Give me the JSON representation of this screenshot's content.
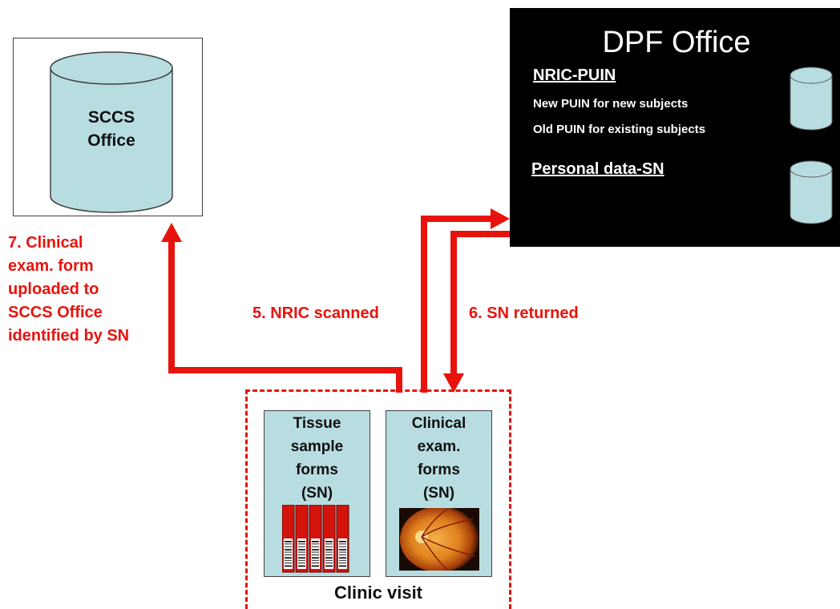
{
  "sccs_office": {
    "label_line1": "SCCS",
    "label_line2": "Office"
  },
  "dpf_office": {
    "title": "DPF Office",
    "nric_heading": "NRIC-PUIN",
    "nric_line1": "New PUIN for new subjects",
    "nric_line2": "Old PUIN for existing subjects",
    "personal_heading": "Personal data-SN"
  },
  "steps": {
    "step5": "5. NRIC scanned",
    "step6": "6. SN returned",
    "step7_lines": [
      "7. Clinical",
      "exam. form",
      "uploaded to",
      "SCCS Office",
      "identified by SN"
    ]
  },
  "clinic": {
    "label": "Clinic visit",
    "tissue_form_lines": [
      "Tissue",
      "sample",
      "forms",
      "(SN)"
    ],
    "clinical_form_lines": [
      "Clinical",
      "exam.",
      "forms",
      "(SN)"
    ]
  },
  "colors": {
    "accent_red": "#e8130c",
    "cylinder_fill": "#b8dde0",
    "dpf_bg": "#000000"
  }
}
